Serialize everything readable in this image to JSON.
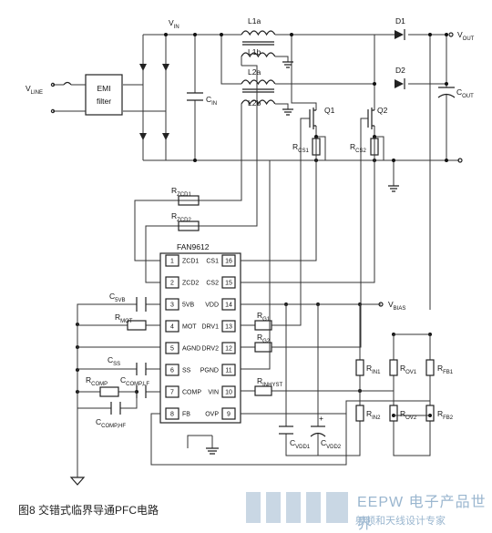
{
  "labels": {
    "vline": "V",
    "vline_sub": "LINE",
    "vin": "V",
    "vin_sub": "IN",
    "cin": "C",
    "cin_sub": "IN",
    "l1a": "L1a",
    "l1b": "L1b",
    "l2a": "L2a",
    "l2b": "L2b",
    "d1": "D1",
    "d2": "D2",
    "vout": "V",
    "vout_sub": "OUT",
    "cout": "C",
    "cout_sub": "OUT",
    "q1": "Q1",
    "q2": "Q2",
    "rcs1": "R",
    "rcs1_sub": "CS1",
    "rcs2": "R",
    "rcs2_sub": "CS2",
    "rzcd1": "R",
    "rzcd1_sub": "ZCD1",
    "rzcd2": "R",
    "rzcd2_sub": "ZCD2",
    "c5vb": "C",
    "c5vb_sub": "5VB",
    "rmot": "R",
    "rmot_sub": "MOT",
    "css": "C",
    "css_sub": "SS",
    "rcomp": "R",
    "rcomp_sub": "COMP",
    "ccomplf": "C",
    "ccomplf_sub": "COMP,LF",
    "ccomphf": "C",
    "ccomphf_sub": "COMP,HF",
    "rg1": "R",
    "rg1_sub": "G1",
    "rg2": "R",
    "rg2_sub": "G2",
    "rinhyst": "R",
    "rinhyst_sub": "INHYST",
    "vbias": "V",
    "vbias_sub": "BIAS",
    "cvdd1": "C",
    "cvdd1_sub": "VDD1",
    "cvdd2": "C",
    "cvdd2_sub": "VDD2",
    "rin1": "R",
    "rin1_sub": "IN1",
    "rin2": "R",
    "rin2_sub": "IN2",
    "rov1": "R",
    "rov1_sub": "OV1",
    "rov2": "R",
    "rov2_sub": "OV2",
    "rfb1": "R",
    "rfb1_sub": "FB1",
    "rfb2": "R",
    "rfb2_sub": "FB2",
    "plus": "+"
  },
  "emi": {
    "line1": "EMI",
    "line2": "filter"
  },
  "ic": {
    "name": "FAN9612",
    "left_pins": [
      {
        "num": "1",
        "name": "ZCD1"
      },
      {
        "num": "2",
        "name": "ZCD2"
      },
      {
        "num": "3",
        "name": "5VB"
      },
      {
        "num": "4",
        "name": "MOT"
      },
      {
        "num": "5",
        "name": "AGND"
      },
      {
        "num": "6",
        "name": "SS"
      },
      {
        "num": "7",
        "name": "COMP"
      },
      {
        "num": "8",
        "name": "FB"
      }
    ],
    "right_pins": [
      {
        "num": "16",
        "name": "CS1"
      },
      {
        "num": "15",
        "name": "CS2"
      },
      {
        "num": "14",
        "name": "VDD"
      },
      {
        "num": "13",
        "name": "DRV1"
      },
      {
        "num": "12",
        "name": "DRV2"
      },
      {
        "num": "11",
        "name": "PGND"
      },
      {
        "num": "10",
        "name": "VIN"
      },
      {
        "num": "9",
        "name": "OVP"
      }
    ]
  },
  "caption": "图8 交错式临界导通PFC电路",
  "watermark": {
    "text": "EEPW 电子产品世界",
    "sub": "射频和天线设计专家"
  }
}
